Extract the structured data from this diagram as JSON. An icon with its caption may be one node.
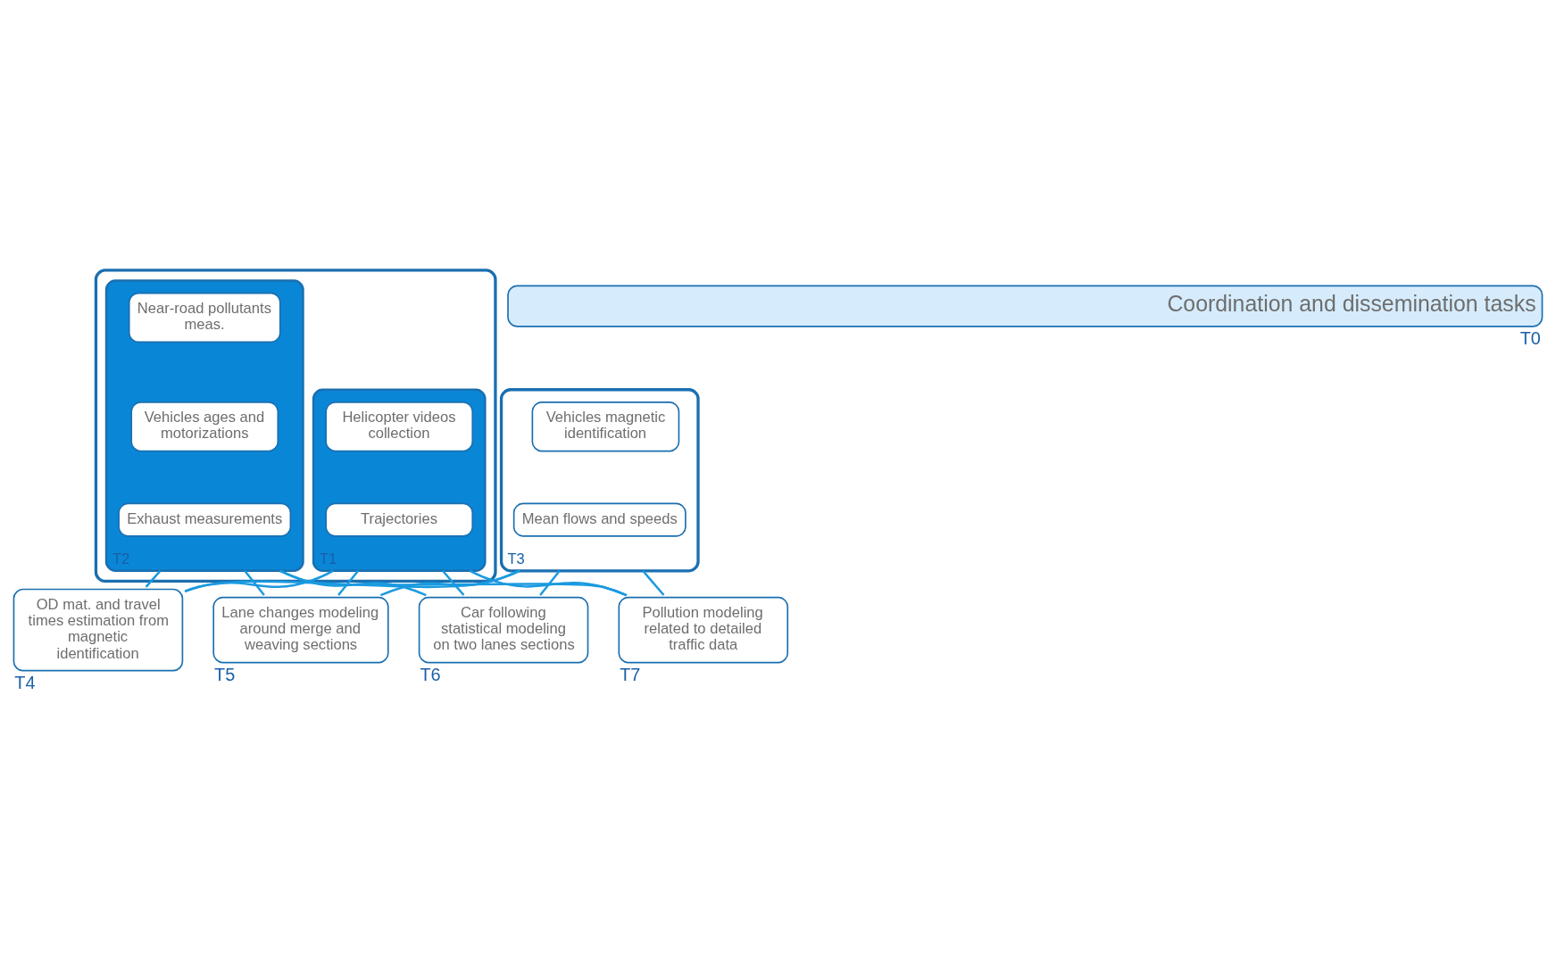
{
  "diagram": {
    "nodes": [
      {
        "text": [
          "Coordination and dissemination tasks"
        ],
        "beside": [
          "T0"
        ]
      },
      {
        "text": [],
        "shape": "box"
      },
      {
        "text": [],
        "shape": "box",
        "in": 1,
        "beside": [
          "T1"
        ]
      },
      {
        "text": [
          "Helicopter videos collection"
        ],
        "in": 2
      },
      {
        "text": [
          "Trajectories"
        ],
        "in": 2
      },
      {
        "text": [],
        "shape": "box",
        "in": 1,
        "beside": [
          "T2"
        ]
      },
      {
        "text": [
          "Near-road pollutants meas."
        ],
        "in": 5
      },
      {
        "text": [
          "Vehicles ages and motorizations"
        ],
        "in": 5
      },
      {
        "text": [
          "Exhaust measurements"
        ],
        "in": 5
      },
      {
        "text": [],
        "shape": "box",
        "beside": [
          "T3"
        ]
      },
      {
        "text": [
          "Vehicles magnetic identification"
        ],
        "in": 9
      },
      {
        "text": [
          "Mean flows and speeds"
        ],
        "in": 9
      },
      {
        "text": [
          "OD mat. and travel times estimation from magnetic identification"
        ],
        "beside": [
          "T4"
        ]
      },
      {
        "text": [
          "Lane changes modeling around merge and weaving sections"
        ],
        "beside": [
          "T5"
        ]
      },
      {
        "text": [
          "Car following statistical modeling on two lanes sections"
        ],
        "beside": [
          "T6"
        ]
      },
      {
        "text": [
          "Pollution modeling related to detailed traffic data"
        ],
        "beside": [
          "T7"
        ]
      }
    ],
    "edges": [
      {
        "from": 2,
        "to": 12,
        "arrow": "none"
      },
      {
        "from": 2,
        "to": 13,
        "arrow": "none"
      },
      {
        "from": 2,
        "to": 14,
        "arrow": "none"
      },
      {
        "from": 2,
        "to": 15,
        "arrow": "none"
      },
      {
        "from": 5,
        "to": 12,
        "arrow": "none"
      },
      {
        "from": 5,
        "to": 13,
        "arrow": "none"
      },
      {
        "from": 5,
        "to": 14,
        "arrow": "none"
      },
      {
        "from": 5,
        "to": 15,
        "arrow": "none"
      },
      {
        "from": 9,
        "to": 12,
        "arrow": "none"
      },
      {
        "from": 9,
        "to": 13,
        "arrow": "none"
      },
      {
        "from": 9,
        "to": 14,
        "arrow": "none"
      },
      {
        "from": 9,
        "to": 15,
        "arrow": "none"
      }
    ]
  }
}
